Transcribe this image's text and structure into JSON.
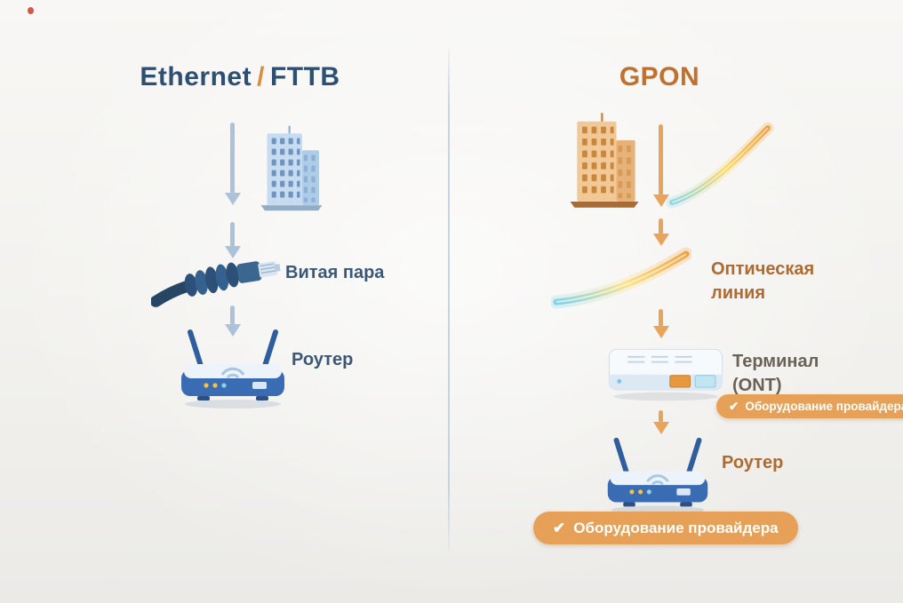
{
  "left": {
    "title": {
      "word1": "Ethernet",
      "separator": "/",
      "word2": "FTTB"
    },
    "cable_label": "Витая пара",
    "router_label": "Роутер"
  },
  "right": {
    "title": "GPON",
    "fiber_label": "Оптическая\nлиния",
    "terminal_label": "Терминал\n(ONT)",
    "router_label": "Роутер",
    "provider_badge_small": {
      "check": "✔",
      "text": "Оборудование провайдера"
    },
    "provider_badge_large": {
      "check": "✔",
      "text": "Оборудование провайдера"
    }
  },
  "colors": {
    "left_title_text": "#2e4f74",
    "title_separator": "#d98c3f",
    "gpon_title_text": "#c0702f",
    "left_label_text": "#3c5878",
    "right_label_text": "#b06a2f",
    "badge_background": "#e7a057",
    "badge_text": "#ffffff",
    "left_arrow": "#abc2d8",
    "right_arrow": "#e9a45b"
  }
}
